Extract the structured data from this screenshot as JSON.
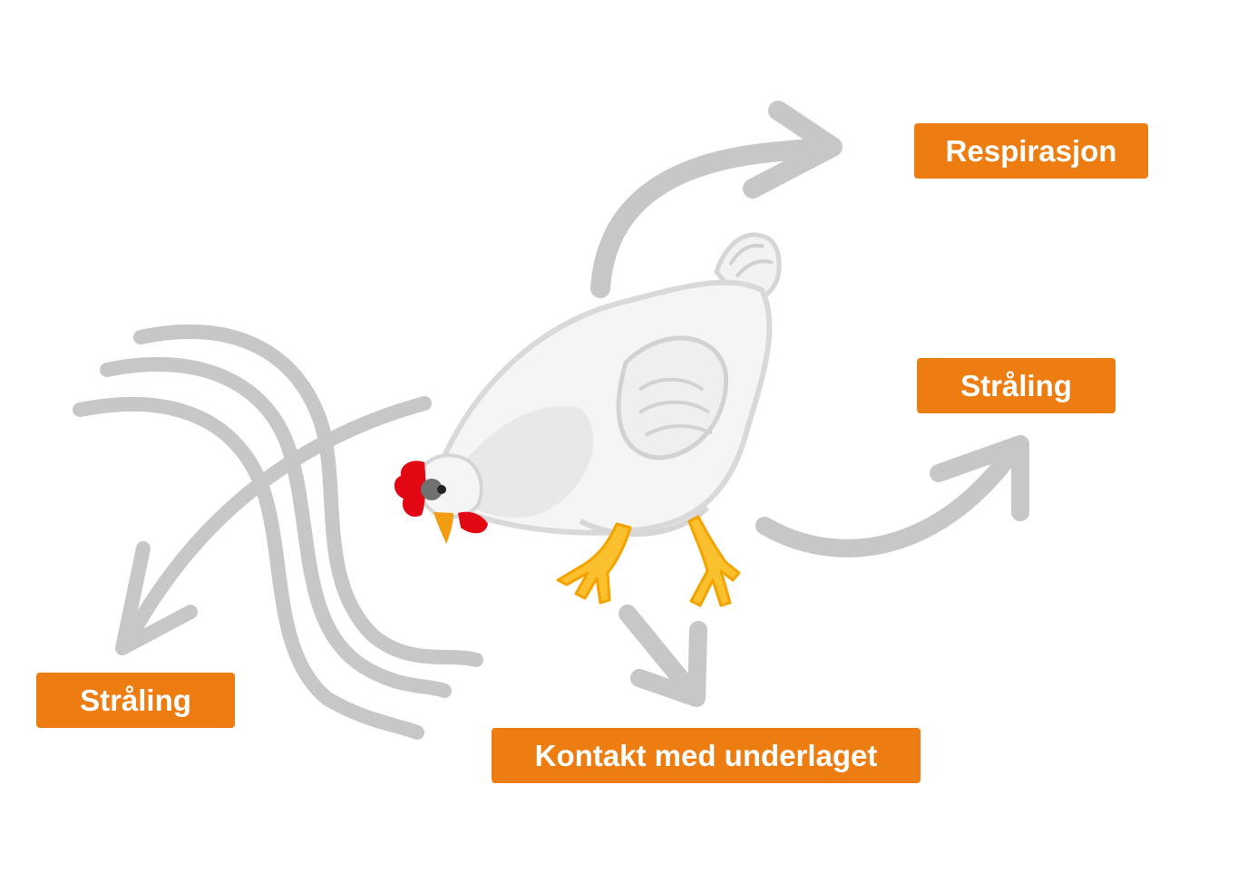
{
  "colors": {
    "label_background": "#ee7d11",
    "label_text": "#ffffff",
    "arrow": "#c6c8c7",
    "hen_body": "#f4f4f4",
    "hen_shadow": "#dcdcdc",
    "comb": "#e30613",
    "legs": "#fbc02d",
    "beak": "#f39c12"
  },
  "labels": {
    "respiration": "Respirasjon",
    "radiation_right": "Stråling",
    "radiation_left": "Stråling",
    "ground_contact": "Kontakt med underlaget"
  },
  "icons": {
    "hen": "hen-illustration",
    "heat_waves": "heat-wave-lines",
    "arrows": [
      "arrow-up-right",
      "arrow-right-up",
      "arrow-down",
      "arrow-down-left"
    ]
  }
}
